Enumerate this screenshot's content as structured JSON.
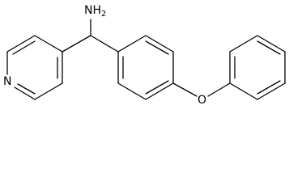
{
  "molecule": {
    "atom_labels": {
      "amine_symbol": "NH",
      "amine_subscript": "2",
      "pyridine_nitrogen": "N",
      "ether_oxygen": "O"
    },
    "colors": {
      "bond": "#000000",
      "background": "#ffffff"
    }
  }
}
